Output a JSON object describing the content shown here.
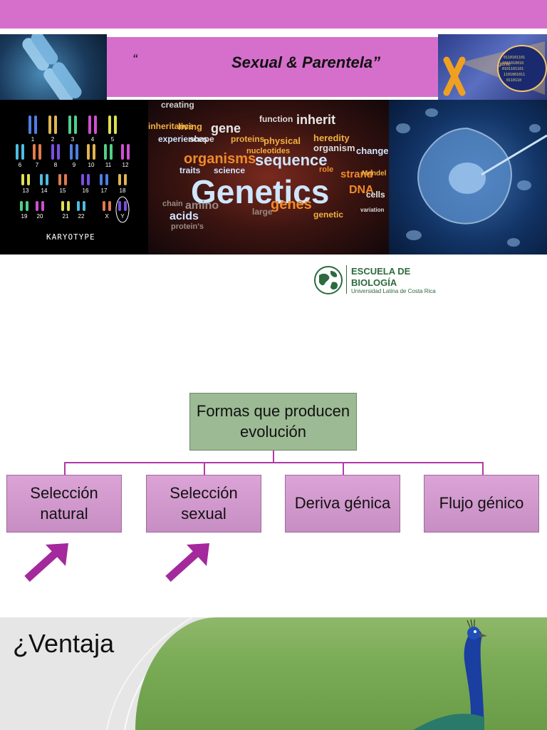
{
  "header": {
    "open_quote": "“",
    "title": "Sexual & Parentela”"
  },
  "karyotype": {
    "label": "KARYOTYPE",
    "numbers": [
      "1",
      "2",
      "3",
      "4",
      "5",
      "6",
      "7",
      "8",
      "9",
      "10",
      "11",
      "12",
      "13",
      "14",
      "15",
      "16",
      "17",
      "18",
      "19",
      "20",
      "21",
      "22",
      "X",
      "Y"
    ]
  },
  "wordcloud": {
    "main": "Genetics",
    "words": [
      "creating",
      "organisms",
      "sequence",
      "gene",
      "inherit",
      "physical",
      "heredity",
      "organism",
      "change",
      "nucleotides",
      "traits",
      "science",
      "genes",
      "strand",
      "DNA",
      "cells",
      "Mendel",
      "acids",
      "amino",
      "chain",
      "protein's",
      "large",
      "genetic",
      "role",
      "inheritance",
      "experiences",
      "living",
      "shape",
      "function",
      "proteins",
      "variation"
    ]
  },
  "xgene": {
    "text": "gene"
  },
  "logo": {
    "line1": "ESCUELA DE",
    "line2": "BIOLOGÍA",
    "line3": "Universidad Latina de Costa Rica"
  },
  "diagram": {
    "root": "Formas que producen evolución",
    "children": [
      "Selección natural",
      "Selección sexual",
      "Deriva génica",
      "Flujo génico"
    ]
  },
  "bottom": {
    "title": "¿Ventaja"
  },
  "colors": {
    "accent_pink": "#d66fcc",
    "root_green": "#9cba94",
    "child_pink": "#dba3d6",
    "arrow_purple": "#a3299c",
    "logo_green": "#2d6a3e"
  }
}
